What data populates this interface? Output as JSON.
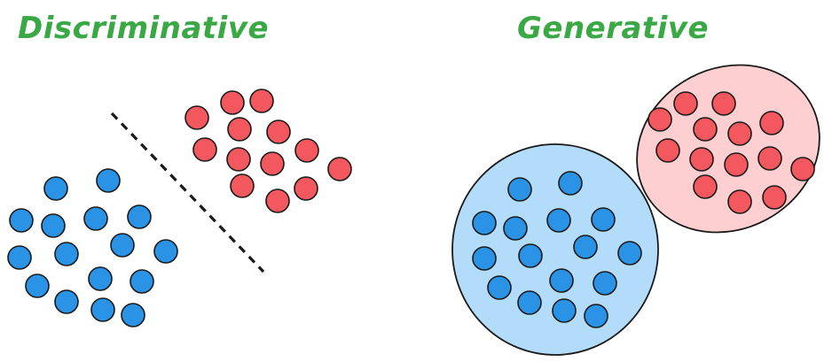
{
  "titles": {
    "left": "Discriminative",
    "right": "Generative"
  },
  "colors": {
    "title": "#3aa845",
    "red_dot": "#f4585f",
    "blue_dot": "#2a93e6",
    "dot_stroke": "#1a1a1a",
    "blue_region": "#b3dcfb",
    "red_region": "#fdcfd0",
    "boundary": "#1a1a1a"
  },
  "panels": {
    "left": {
      "name": "Discriminative",
      "decision_boundary": "dashed-line"
    },
    "right": {
      "name": "Generative",
      "class_regions": [
        "blue-ellipse",
        "red-ellipse"
      ]
    }
  }
}
